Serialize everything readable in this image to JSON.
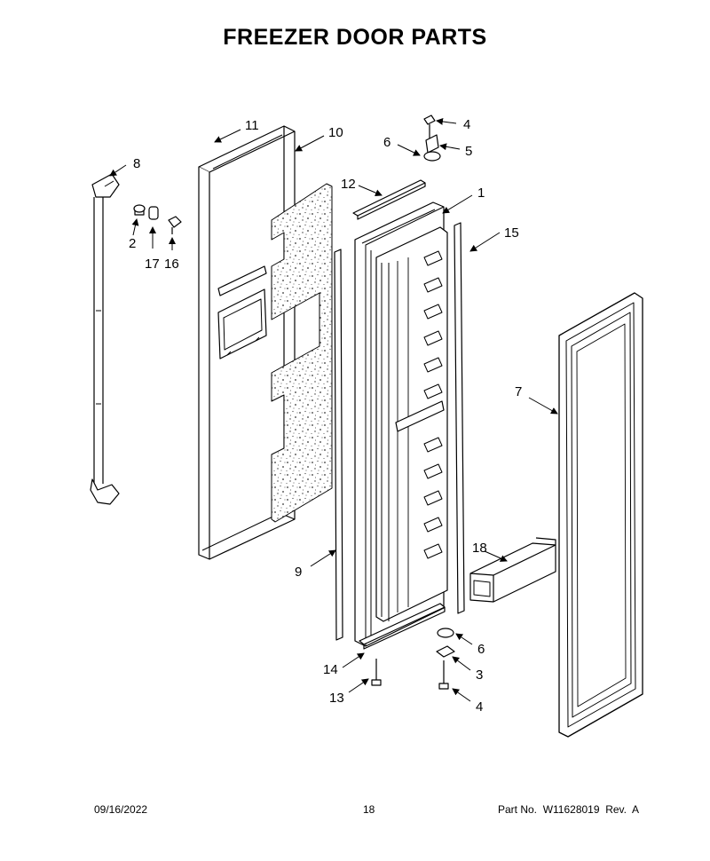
{
  "title": "FREEZER DOOR PARTS",
  "footer": {
    "date": "09/16/2022",
    "page": "18",
    "part_label": "Part No.",
    "part_number": "W11628019",
    "revision": "Rev.  A"
  },
  "callouts": [
    {
      "id": "c11a",
      "label": "11"
    },
    {
      "id": "c10",
      "label": "10"
    },
    {
      "id": "c4a",
      "label": "4"
    },
    {
      "id": "c6a",
      "label": "6"
    },
    {
      "id": "c5",
      "label": "5"
    },
    {
      "id": "c8",
      "label": "8"
    },
    {
      "id": "c12",
      "label": "12"
    },
    {
      "id": "c1",
      "label": "1"
    },
    {
      "id": "c15",
      "label": "15"
    },
    {
      "id": "c2",
      "label": "2"
    },
    {
      "id": "c17",
      "label": "17"
    },
    {
      "id": "c16",
      "label": "16"
    },
    {
      "id": "c7",
      "label": "7"
    },
    {
      "id": "c18",
      "label": "18"
    },
    {
      "id": "c9",
      "label": "9"
    },
    {
      "id": "c6b",
      "label": "6"
    },
    {
      "id": "c14",
      "label": "14"
    },
    {
      "id": "c3",
      "label": "3"
    },
    {
      "id": "c13",
      "label": "13"
    },
    {
      "id": "c4b",
      "label": "4"
    }
  ]
}
